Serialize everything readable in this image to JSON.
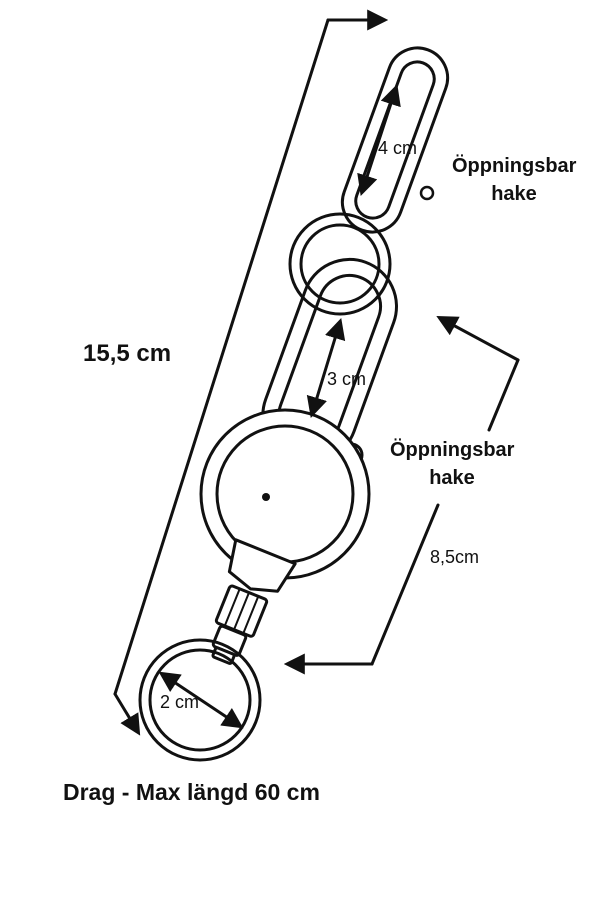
{
  "labels": {
    "top_clip_opening": "4 cm",
    "middle_clip_opening": "3 cm",
    "ring_diameter": "2 cm",
    "total_length": "15,5 cm",
    "lower_length": "8,5cm",
    "hook_top_line1": "Öppningsbar",
    "hook_top_line2": "hake",
    "hook_mid_line1": "Öppningsbar",
    "hook_mid_line2": "hake",
    "footer": "Drag - Max längd 60 cm"
  },
  "colors": {
    "line": "#111111",
    "background": "#ffffff"
  }
}
